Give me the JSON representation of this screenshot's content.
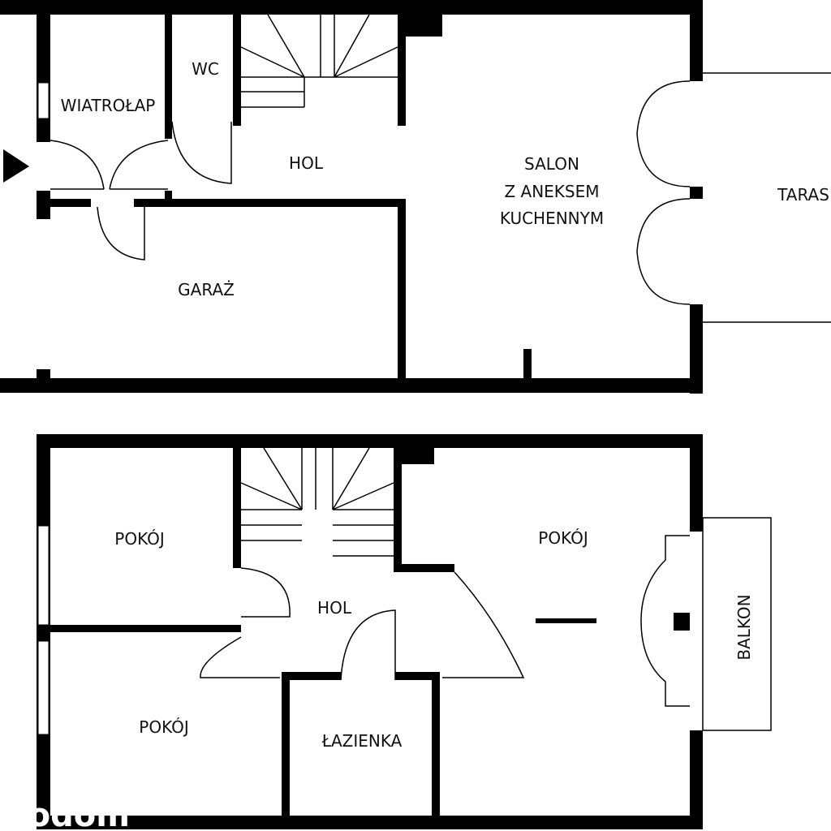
{
  "ground_floor": {
    "rooms": {
      "vestibule": "WIATROŁAP",
      "wc": "WC",
      "hall": "HOL",
      "garage": "GARAŻ",
      "living_line1": "SALON",
      "living_line2": "Z ANEKSEM",
      "living_line3": "KUCHENNYM",
      "terrace": "TARAS"
    }
  },
  "first_floor": {
    "rooms": {
      "room_top_left": "POKÓJ",
      "room_bottom_left": "POKÓJ",
      "room_right": "POKÓJ",
      "hall": "HOL",
      "bathroom": "ŁAZIENKA",
      "balcony": "BALKON"
    }
  },
  "watermark": "otodom"
}
